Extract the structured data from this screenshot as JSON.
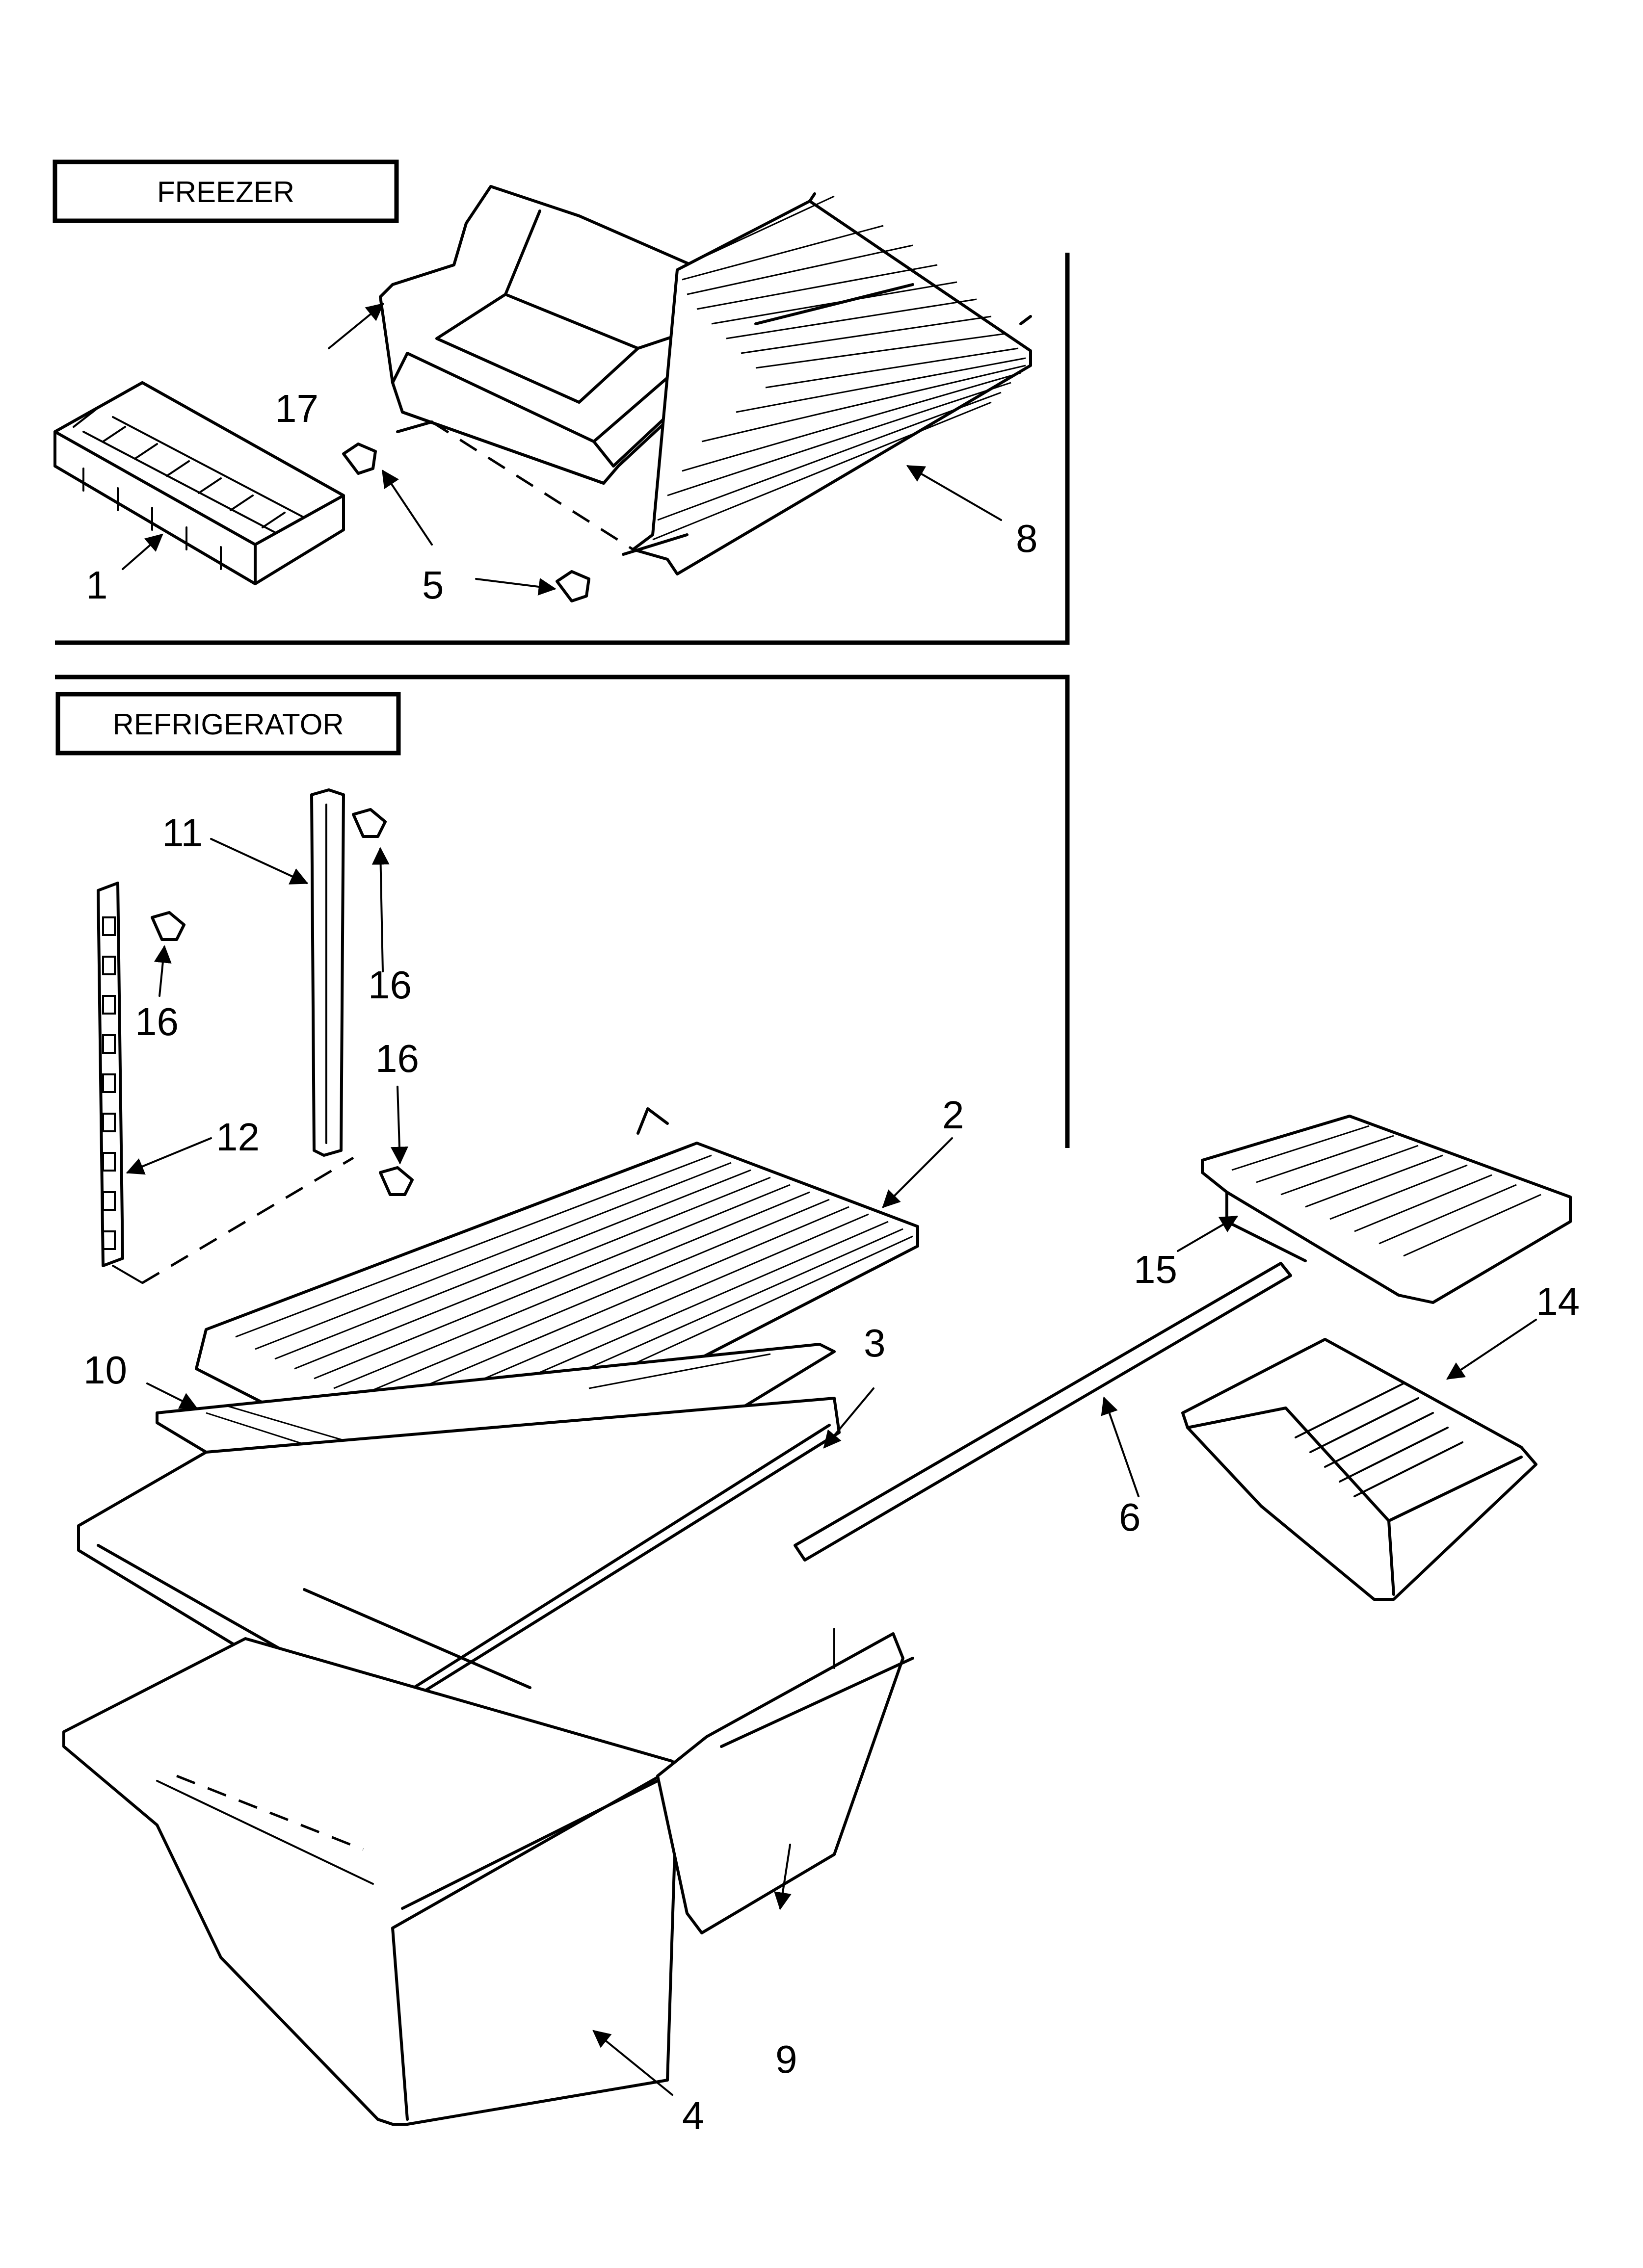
{
  "sections": {
    "freezer": "FREEZER",
    "refrigerator": "REFRIGERATOR"
  },
  "callouts": {
    "p1": "1",
    "p2": "2",
    "p3": "3",
    "p4": "4",
    "p5": "5",
    "p6": "6",
    "p8": "8",
    "p9": "9",
    "p10": "10",
    "p11": "11",
    "p12": "12",
    "p14": "14",
    "p15": "15",
    "p16a": "16",
    "p16b": "16",
    "p16c": "16",
    "p17": "17"
  }
}
